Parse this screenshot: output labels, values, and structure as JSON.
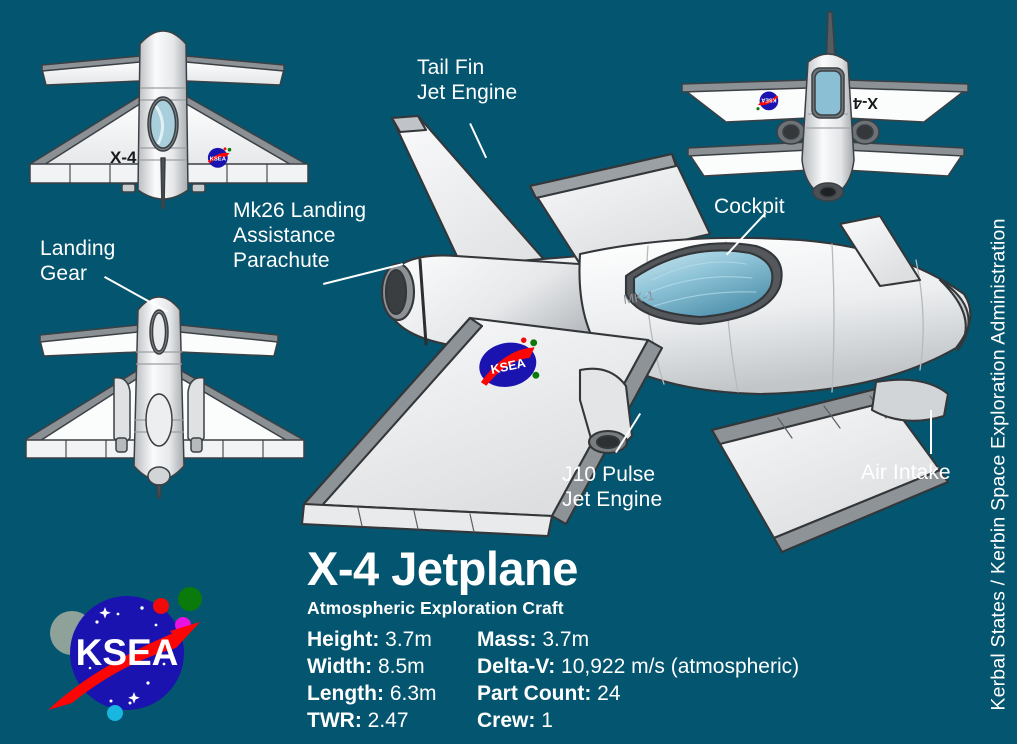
{
  "background_color": "#04556f",
  "accent_colors": {
    "text": "#ffffff",
    "logo_disc": "#1a13b0",
    "logo_swoosh": "#fb0505",
    "logo_dot_red": "#f10a0a",
    "logo_dot_green": "#0a7a0a",
    "logo_dot_magenta": "#ea12e0",
    "logo_dot_cyan": "#19b6e2",
    "logo_dot_gray": "#8fa29a",
    "hull_light": "#f4f5f6",
    "hull_mid": "#d9dbdd",
    "hull_shadow": "#9fa3a7",
    "hull_outline": "#2f3336",
    "canopy_glass": "#9fd2e0",
    "canopy_glass_deep": "#63a9c4"
  },
  "agency_strip": {
    "text": "Kerbal States / Kerbin Space Exploration Administration"
  },
  "title_block": {
    "title": "X-4 Jetplane",
    "subtitle": "Atmospheric Exploration Craft"
  },
  "specs": {
    "left_column": [
      {
        "label": "Height:",
        "value": "3.7m"
      },
      {
        "label": "Width:",
        "value": "8.5m"
      },
      {
        "label": "Length:",
        "value": "6.3m"
      },
      {
        "label": "TWR:",
        "value": "2.47"
      }
    ],
    "right_column": [
      {
        "label": "Mass:",
        "value": "3.7m"
      },
      {
        "label": "Delta-V:",
        "value": "10,922 m/s (atmospheric)"
      },
      {
        "label": "Part Count:",
        "value": "24"
      },
      {
        "label": "Crew:",
        "value": "1"
      }
    ]
  },
  "logo": {
    "wordmark": "KSEA"
  },
  "callouts": [
    {
      "id": "tail-fin-jet-engine",
      "text": "Tail Fin\nJet Engine"
    },
    {
      "id": "mk26-parachute",
      "text": "Mk26 Landing\nAssistance\nParachute"
    },
    {
      "id": "landing-gear",
      "text": "Landing\nGear"
    },
    {
      "id": "cockpit",
      "text": "Cockpit"
    },
    {
      "id": "j10-pulse-jet-engine",
      "text": "J10 Pulse\nJet Engine"
    },
    {
      "id": "air-intake",
      "text": "Air Intake"
    }
  ],
  "craft_markings": {
    "top_view_designation": "X-4",
    "front_view_designation": "X-4",
    "fuselage_part_label": "MK-1"
  },
  "views": [
    {
      "id": "top-view",
      "designation": "X-4"
    },
    {
      "id": "front-view",
      "designation": "X-4"
    },
    {
      "id": "bottom-view",
      "designation": ""
    },
    {
      "id": "hero-view",
      "designation": ""
    }
  ]
}
